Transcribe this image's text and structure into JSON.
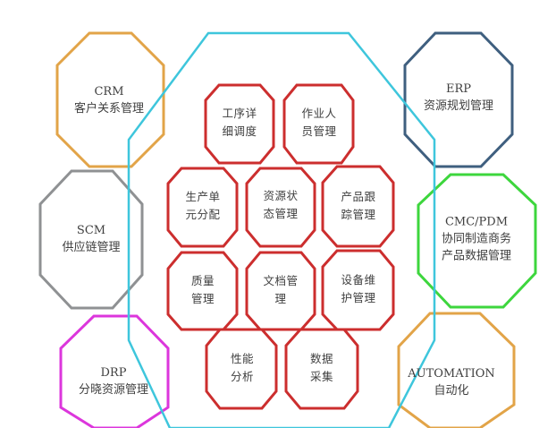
{
  "colors": {
    "crm": "#e2a448",
    "scm": "#8f9193",
    "drp": "#dc36dc",
    "erp": "#3f5f7f",
    "cmc": "#3dd63d",
    "automation": "#e2a448",
    "core": "#3ec6dc",
    "module": "#cc2e2e",
    "text": "#3f3f3f"
  },
  "outer_systems": {
    "crm": {
      "title": "CRM",
      "subtitle": "客户关系管理"
    },
    "scm": {
      "title": "SCM",
      "subtitle": "供应链管理"
    },
    "drp": {
      "title": "DRP",
      "subtitle": "分晓资源管理"
    },
    "erp": {
      "title": "ERP",
      "subtitle": "资源规划管理"
    },
    "cmc": {
      "title": "CMC/PDM",
      "subtitle": "协同制造商务",
      "subtitle2": "产品数据管理"
    },
    "automation": {
      "title": "AUTOMATION",
      "subtitle": "自动化"
    }
  },
  "modules": {
    "process_detail": {
      "line1": "工序详",
      "line2": "细调度"
    },
    "personnel": {
      "line1": "作业人",
      "line2": "员管理"
    },
    "production_unit": {
      "line1": "生产单",
      "line2": "元分配"
    },
    "resource_status": {
      "line1": "资源状",
      "line2": "态管理"
    },
    "product_tracking": {
      "line1": "产品跟",
      "line2": "踪管理"
    },
    "quality": {
      "line1": "质量",
      "line2": "管理"
    },
    "document": {
      "line1": "文档管",
      "line2": "理"
    },
    "equipment": {
      "line1": "设备维",
      "line2": "护管理"
    },
    "performance": {
      "line1": "性能",
      "line2": "分析"
    },
    "data_collection": {
      "line1": "数据",
      "line2": "采集"
    }
  }
}
